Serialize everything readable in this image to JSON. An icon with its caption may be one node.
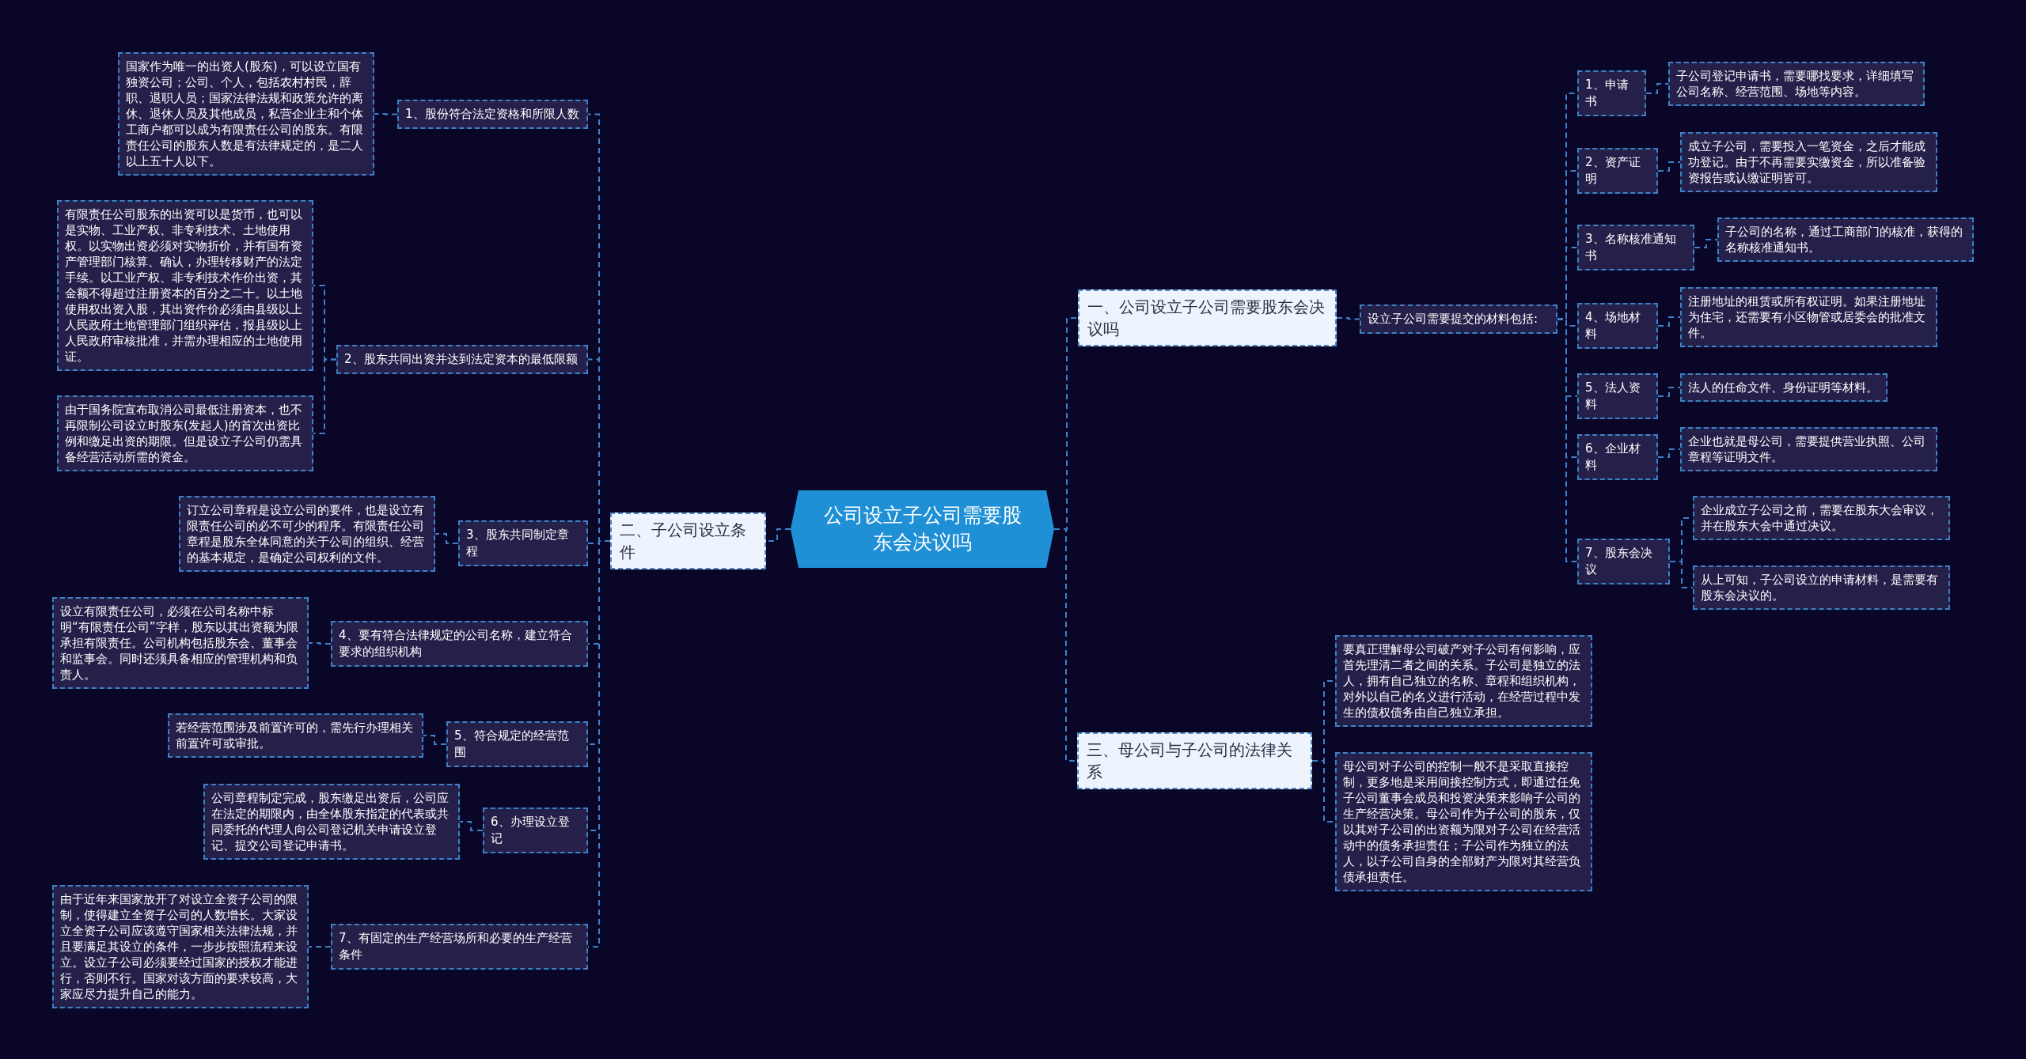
{
  "diagram": {
    "nodes": [
      {
        "text": [
          "公司设立子公司需要股东会决议吗"
        ]
      },
      {
        "text": [
          "一、公司设立子公司需要股东会决议吗"
        ]
      },
      {
        "text": [
          "设立子公司需要提交的材料包括:"
        ]
      },
      {
        "text": [
          "1、申请书"
        ]
      },
      {
        "text": [
          "子公司登记申请书，需要哪找要求，详细填写公司名称、经营范围、场地等内容。"
        ]
      },
      {
        "text": [
          "2、资产证明"
        ]
      },
      {
        "text": [
          "成立子公司，需要投入一笔资金，之后才能成功登记。由于不再需要实缴资金，所以准备验资报告或认缴证明皆可。"
        ]
      },
      {
        "text": [
          "3、名称核准通知书"
        ]
      },
      {
        "text": [
          "子公司的名称，通过工商部门的核准，获得的名称核准通知书。"
        ]
      },
      {
        "text": [
          "4、场地材料"
        ]
      },
      {
        "text": [
          "注册地址的租赁或所有权证明。如果注册地址为住宅，还需要有小区物管或居委会的批准文件。"
        ]
      },
      {
        "text": [
          "5、法人资料"
        ]
      },
      {
        "text": [
          "法人的任命文件、身份证明等材料。"
        ]
      },
      {
        "text": [
          "6、企业材料"
        ]
      },
      {
        "text": [
          "企业也就是母公司，需要提供营业执照、公司章程等证明文件。"
        ]
      },
      {
        "text": [
          "7、股东会决议"
        ]
      },
      {
        "text": [
          "企业成立子公司之前，需要在股东大会审议，并在股东大会中通过决议。"
        ]
      },
      {
        "text": [
          "从上可知，子公司设立的申请材料，是需要有股东会决议的。"
        ]
      },
      {
        "text": [
          "二、子公司设立条件"
        ]
      },
      {
        "text": [
          "1、股份符合法定资格和所限人数"
        ]
      },
      {
        "text": [
          "国家作为唯一的出资人(股东)，可以设立国有独资公司；公司、个人，包括农村村民，辞职、退职人员；国家法律法规和政策允许的离休、退休人员及其他成员，私营企业主和个体工商户都可以成为有限责任公司的股东。有限责任公司的股东人数是有法律规定的，是二人以上五十人以下。"
        ]
      },
      {
        "text": [
          "2、股东共同出资并达到法定资本的最低限额"
        ]
      },
      {
        "text": [
          "有限责任公司股东的出资可以是货币，也可以是实物、工业产权、非专利技术、土地使用权。以实物出资必须对实物折价，并有国有资产管理部门核算、确认，办理转移财产的法定手续。以工业产权、非专利技术作价出资，其金额不得超过注册资本的百分之二十。以土地使用权出资入股，其出资作价必须由县级以上人民政府土地管理部门组织评估，报县级以上人民政府审核批准，并需办理相应的土地使用证。"
        ]
      },
      {
        "text": [
          "由于国务院宣布取消公司最低注册资本，也不再限制公司设立时股东(发起人)的首次出资比例和缴足出资的期限。但是设立子公司仍需具备经营活动所需的资金。"
        ]
      },
      {
        "text": [
          "3、股东共同制定章程"
        ]
      },
      {
        "text": [
          "订立公司章程是设立公司的要件，也是设立有限责任公司的必不可少的程序。有限责任公司章程是股东全体同意的关于公司的组织、经营的基本规定，是确定公司权利的文件。"
        ]
      },
      {
        "text": [
          "4、要有符合法律规定的公司名称，建立符合要求的组织机构"
        ]
      },
      {
        "text": [
          "设立有限责任公司，必须在公司名称中标明“有限责任公司”字样，股东以其出资额为限承担有限责任。公司机构包括股东会、董事会和监事会。同时还须具备相应的管理机构和负责人。"
        ]
      },
      {
        "text": [
          "5、符合规定的经营范围"
        ]
      },
      {
        "text": [
          "若经营范围涉及前置许可的，需先行办理相关前置许可或审批。"
        ]
      },
      {
        "text": [
          "6、办理设立登记"
        ]
      },
      {
        "text": [
          "公司章程制定完成，股东缴足出资后，公司应在法定的期限内，由全体股东指定的代表或共同委托的代理人向公司登记机关申请设立登记、提交公司登记申请书。"
        ]
      },
      {
        "text": [
          "7、有固定的生产经营场所和必要的生产经营条件"
        ]
      },
      {
        "text": [
          "由于近年来国家放开了对设立全资子公司的限制，使得建立全资子公司的人数增长。大家设立全资子公司应该遵守国家相关法律法规，并且要满足其设立的条件，一步步按照流程来设立。设立子公司必须要经过国家的授权才能进行，否则不行。国家对该方面的要求较高，大家应尽力提升自己的能力。"
        ]
      },
      {
        "text": [
          "三、母公司与子公司的法律关系"
        ]
      },
      {
        "text": [
          "要真正理解母公司破产对子公司有何影响，应首先理清二者之间的关系。子公司是独立的法人，拥有自己独立的名称、章程和组织机构，对外以自己的名义进行活动，在经营过程中发生的债权债务由自己独立承担。"
        ]
      },
      {
        "text": [
          "母公司对子公司的控制一般不是采取直接控制，更多地是采用间接控制方式，即通过任免子公司董事会成员和投资决策来影响子公司的生产经营决策。母公司作为子公司的股东，仅以其对子公司的出资额为限对子公司在经营活动中的债务承担责任；子公司作为独立的法人，以子公司自身的全部财产为限对其经营负债承担责任。"
        ]
      }
    ],
    "edges": [
      {
        "from": 0,
        "to": 1,
        "arrow": "none"
      },
      {
        "from": 1,
        "to": 2,
        "arrow": "none"
      },
      {
        "from": 2,
        "to": 3,
        "arrow": "none"
      },
      {
        "from": 3,
        "to": 4,
        "arrow": "none"
      },
      {
        "from": 2,
        "to": 5,
        "arrow": "none"
      },
      {
        "from": 5,
        "to": 6,
        "arrow": "none"
      },
      {
        "from": 2,
        "to": 7,
        "arrow": "none"
      },
      {
        "from": 7,
        "to": 8,
        "arrow": "none"
      },
      {
        "from": 2,
        "to": 9,
        "arrow": "none"
      },
      {
        "from": 9,
        "to": 10,
        "arrow": "none"
      },
      {
        "from": 2,
        "to": 11,
        "arrow": "none"
      },
      {
        "from": 11,
        "to": 12,
        "arrow": "none"
      },
      {
        "from": 2,
        "to": 13,
        "arrow": "none"
      },
      {
        "from": 13,
        "to": 14,
        "arrow": "none"
      },
      {
        "from": 2,
        "to": 15,
        "arrow": "none"
      },
      {
        "from": 15,
        "to": 16,
        "arrow": "none"
      },
      {
        "from": 15,
        "to": 17,
        "arrow": "none"
      },
      {
        "from": 0,
        "to": 18,
        "arrow": "none"
      },
      {
        "from": 18,
        "to": 19,
        "arrow": "none"
      },
      {
        "from": 19,
        "to": 20,
        "arrow": "none"
      },
      {
        "from": 18,
        "to": 21,
        "arrow": "none"
      },
      {
        "from": 21,
        "to": 22,
        "arrow": "none"
      },
      {
        "from": 21,
        "to": 23,
        "arrow": "none"
      },
      {
        "from": 18,
        "to": 24,
        "arrow": "none"
      },
      {
        "from": 24,
        "to": 25,
        "arrow": "none"
      },
      {
        "from": 18,
        "to": 26,
        "arrow": "none"
      },
      {
        "from": 26,
        "to": 27,
        "arrow": "none"
      },
      {
        "from": 18,
        "to": 28,
        "arrow": "none"
      },
      {
        "from": 28,
        "to": 29,
        "arrow": "none"
      },
      {
        "from": 18,
        "to": 30,
        "arrow": "none"
      },
      {
        "from": 30,
        "to": 31,
        "arrow": "none"
      },
      {
        "from": 18,
        "to": 32,
        "arrow": "none"
      },
      {
        "from": 32,
        "to": 33,
        "arrow": "none"
      },
      {
        "from": 0,
        "to": 34,
        "arrow": "none"
      },
      {
        "from": 34,
        "to": 35,
        "arrow": "none"
      },
      {
        "from": 34,
        "to": 36,
        "arrow": "none"
      }
    ]
  }
}
